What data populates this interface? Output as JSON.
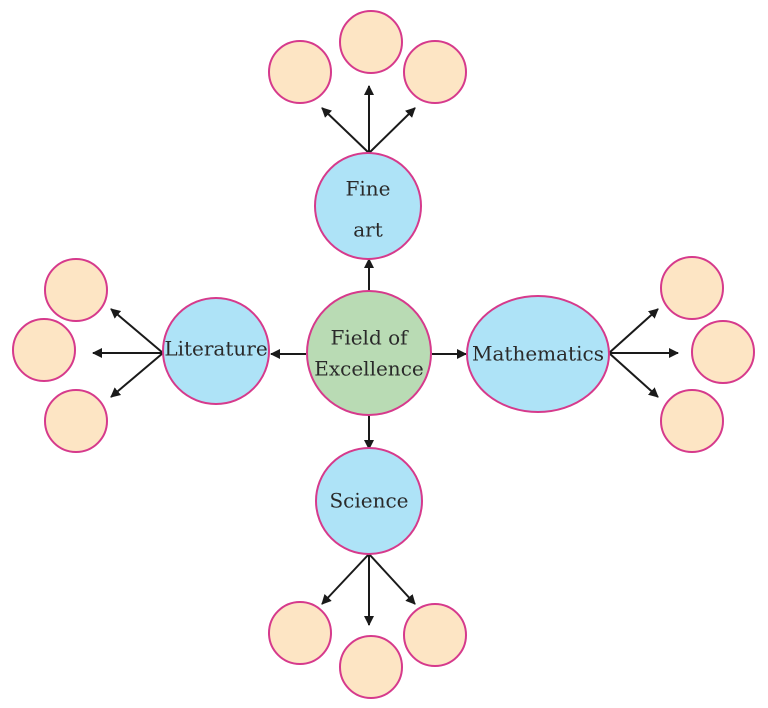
{
  "colors": {
    "center_fill": "#b9dbb4",
    "category_fill": "#aee3f7",
    "leaf_fill": "#fde5c4",
    "stroke": "#d63a8c",
    "arrow": "#1a1a1a"
  },
  "center": {
    "label_line1": "Field of",
    "label_line2": "Excellence"
  },
  "categories": {
    "fine_art": {
      "label_line1": "Fine",
      "label_line2": "art"
    },
    "literature": {
      "label": "Literature"
    },
    "mathematics": {
      "label": "Mathematics"
    },
    "science": {
      "label": "Science"
    }
  }
}
